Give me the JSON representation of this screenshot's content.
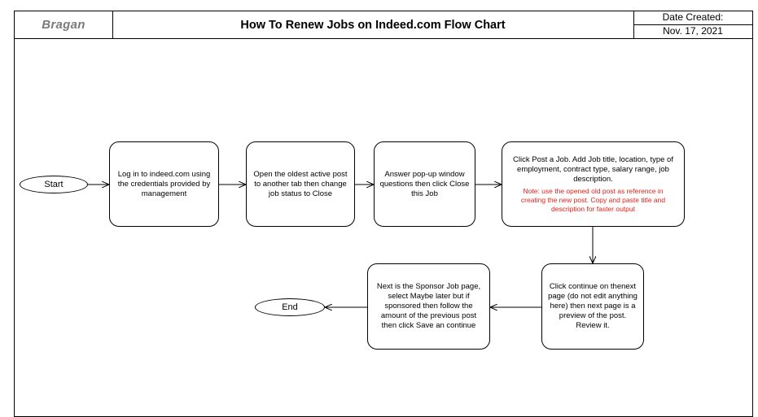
{
  "header": {
    "logo": "Bragan",
    "title": "How To Renew Jobs on Indeed.com Flow Chart",
    "date_label": "Date Created:",
    "date_value": "Nov. 17, 2021"
  },
  "flow": {
    "start": "Start",
    "end": "End",
    "step1": "Log in to  indeed.com using the credentials provided by management",
    "step2": "Open the oldest active post to another tab then change job status to Close",
    "step3": "Answer pop-up window questions then click Close this Job",
    "step4": "Click Post a Job. Add Job title, location, type of employment, contract type, salary range, job description.",
    "step4_note": "Note: use the opened old post as reference in creating the new post. Copy and paste title and description for faster output",
    "step5": "Click continue on thenext page (do not edit anything here) then next page is a preview of the post. Review it.",
    "step6": "Next is the Sponsor Job page, select Maybe later but if sponsored then follow the amount of the previous post then click Save an continue"
  },
  "colors": {
    "note": "#e2231a",
    "logo": "#7a7a7a"
  }
}
